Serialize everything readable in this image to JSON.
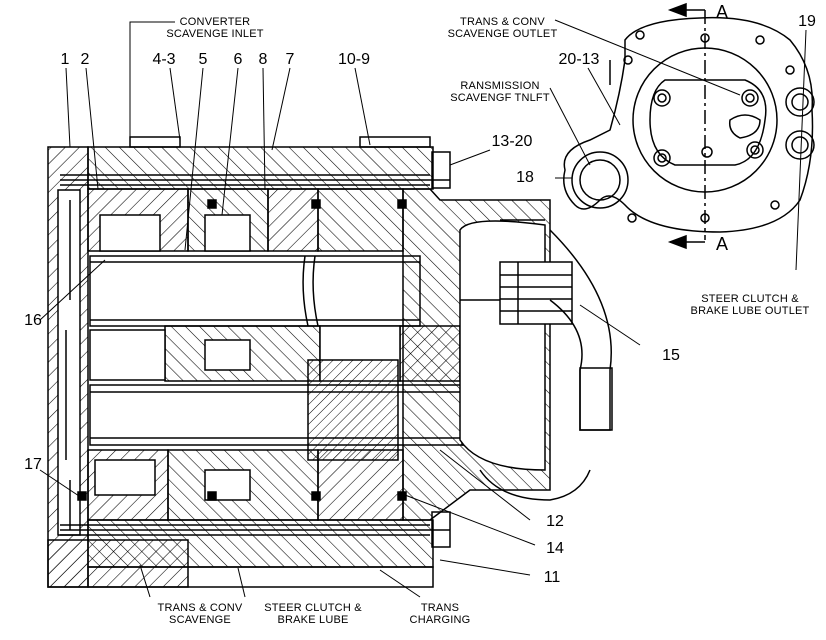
{
  "captions": {
    "converter_scavenge_inlet": [
      "CONVERTER",
      "SCAVENGE INLET"
    ],
    "trans_conv_scavenge_outlet": [
      "TRANS & CONV",
      "SCAVENGE OUTLET"
    ],
    "transmission_scavenge_inlet": [
      "RANSMISSION",
      "SCAVENGF TNLFT"
    ],
    "steer_clutch_lube_outlet": [
      "STEER CLUTCH &",
      "BRAKE LUBE OUTLET"
    ],
    "trans_conv_scavenge": [
      "TRANS & CONV",
      "SCAVENGE"
    ],
    "steer_clutch_brake_lube": [
      "STEER CLUTCH &",
      "BRAKE LUBE"
    ],
    "trans_charging": [
      "TRANS",
      "CHARGING"
    ]
  },
  "callouts": {
    "c1": "1",
    "c2": "2",
    "c4_3": "4-3",
    "c5": "5",
    "c6": "6",
    "c8": "8",
    "c7": "7",
    "c10_9": "10-9",
    "c13_20": "13-20",
    "c20_13": "20-13",
    "c19": "19",
    "c18": "18",
    "c16": "16",
    "c15": "15",
    "c17": "17",
    "c12": "12",
    "c14": "14",
    "c11": "11"
  },
  "section_marks": {
    "top": "A",
    "bottom": "A"
  },
  "colors": {
    "line": "#000000",
    "background": "#ffffff"
  }
}
